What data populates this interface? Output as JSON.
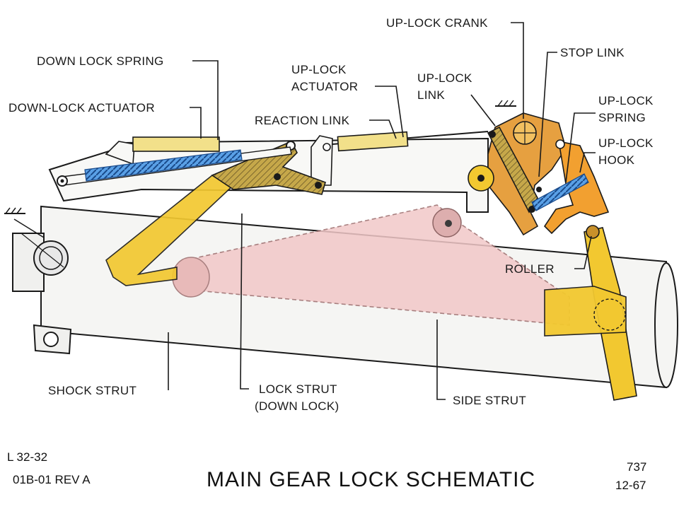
{
  "labels": {
    "down_lock_spring": "DOWN LOCK SPRING",
    "down_lock_actuator": "DOWN-LOCK ACTUATOR",
    "up_lock_actuator_1": "UP-LOCK",
    "up_lock_actuator_2": "ACTUATOR",
    "reaction_link": "REACTION LINK",
    "up_lock_crank": "UP-LOCK CRANK",
    "up_lock_link_1": "UP-LOCK",
    "up_lock_link_2": "LINK",
    "stop_link": "STOP LINK",
    "up_lock_spring_1": "UP-LOCK",
    "up_lock_spring_2": "SPRING",
    "up_lock_hook_1": "UP-LOCK",
    "up_lock_hook_2": "HOOK",
    "roller": "ROLLER",
    "shock_strut": "SHOCK STRUT",
    "lock_strut_1": "LOCK STRUT",
    "lock_strut_2": "(DOWN LOCK)",
    "side_strut": "SIDE STRUT"
  },
  "footer": {
    "code_line1": "L 32-32",
    "code_line2": "01B-01  REV A",
    "title": "MAIN GEAR LOCK SCHEMATIC",
    "model": "737",
    "date": "12-67"
  },
  "colors": {
    "strut_fill": "#f4f4f2",
    "outline": "#1a1a1a",
    "yellow_link": "#f2c830",
    "olive_link": "#b89a3a",
    "side_strut": "#f2c8c8",
    "spring": "#3a8ad8",
    "actuator": "#f2e08a"
  }
}
